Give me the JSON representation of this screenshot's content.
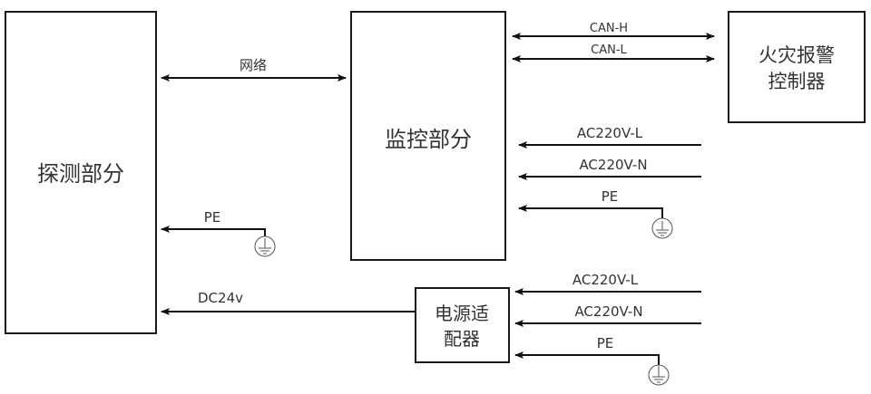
{
  "diagram": {
    "blocks": {
      "detection": {
        "label": "探测部分"
      },
      "monitoring": {
        "label": "监控部分"
      },
      "fire_alarm_controller": {
        "label_line1": "火灾报警",
        "label_line2": "控制器"
      },
      "power_adapter": {
        "label_line1": "电源适",
        "label_line2": "配器"
      }
    },
    "connections": {
      "network": {
        "label": "网络",
        "direction": "bidirectional"
      },
      "can_h": {
        "label": "CAN-H",
        "direction": "bidirectional"
      },
      "can_l": {
        "label": "CAN-L",
        "direction": "bidirectional"
      },
      "monitor_ac_l": {
        "label": "AC220V-L",
        "direction": "into-monitoring"
      },
      "monitor_ac_n": {
        "label": "AC220V-N",
        "direction": "into-monitoring"
      },
      "monitor_pe": {
        "label": "PE",
        "direction": "into-monitoring",
        "source": "ground"
      },
      "detection_pe": {
        "label": "PE",
        "direction": "into-detection",
        "source": "ground"
      },
      "dc24v": {
        "label": "DC24v",
        "direction": "into-detection",
        "source": "power_adapter"
      },
      "adapter_ac_l": {
        "label": "AC220V-L",
        "direction": "into-adapter"
      },
      "adapter_ac_n": {
        "label": "AC220V-N",
        "direction": "into-adapter"
      },
      "adapter_pe": {
        "label": "PE",
        "direction": "into-adapter",
        "source": "ground"
      }
    },
    "icons": {
      "ground": "protective-earth-ground-icon"
    }
  }
}
